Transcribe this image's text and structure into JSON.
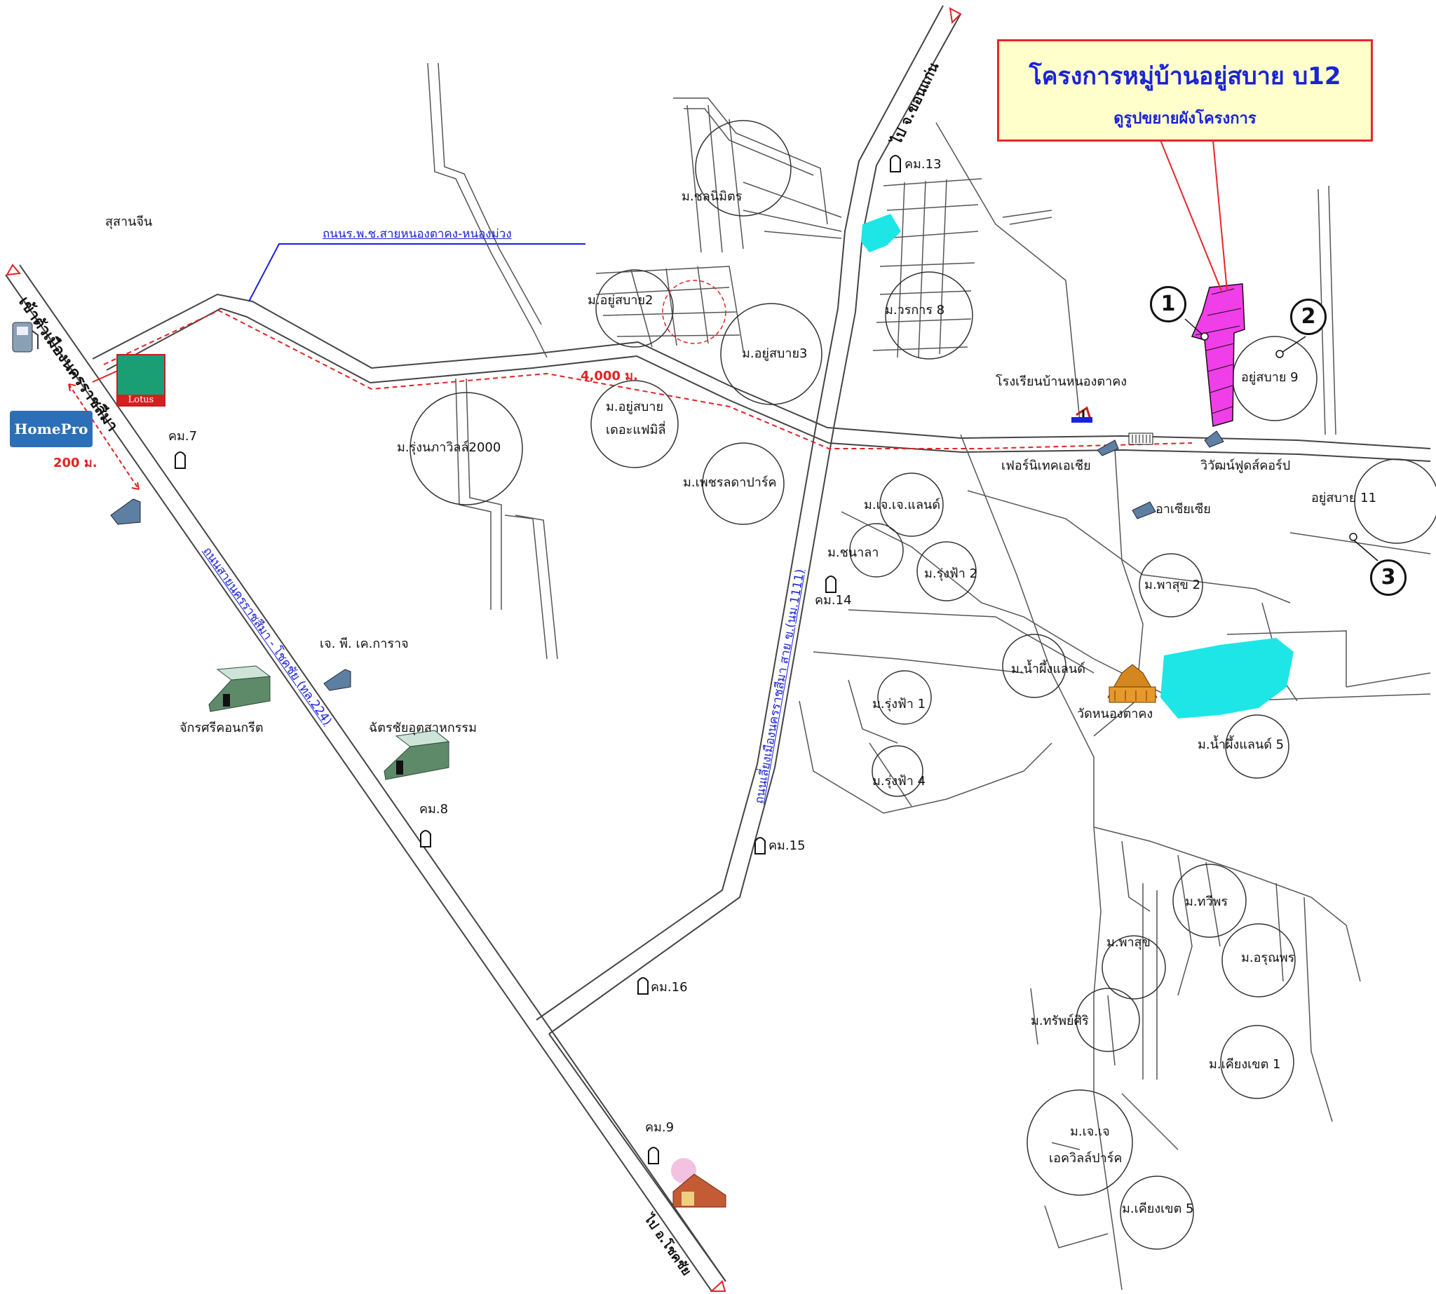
{
  "title": {
    "main": "โครงการหมู่บ้านอยู่สบาย บ12",
    "sub": "ดูรูปขยายผังโครงการ"
  },
  "colors": {
    "road": "#444444",
    "water": "#1ee6e6",
    "project_parcel": "#f03ee8",
    "callout_border": "#e8262a",
    "callout_fill": "#ffffcc",
    "route_dashed": "#e22222",
    "text_blue": "#1a23d6"
  },
  "roads": {
    "to_khon_kaen": "ไป จ.ขอนแก่น",
    "to_nakhon_ratchasima": "เข้าตัวเมืองนครราชสีมา",
    "to_chok_chai": "ไป อ.โชคชัย",
    "highway_224": "ถนนสายนครราชสีมา - โชคชัย (ทล.224)",
    "road_1111": "ถนนเลี่ยงเมืองนครราชสีมา สาย ข.(นม.1111)",
    "rural_road": "ถนนร.พ.ช.สายหนองตาคง-หนองม่วง"
  },
  "distances": {
    "route": "4,000 ม.",
    "to_lotus": "200 ม."
  },
  "landmarks": [
    {
      "label": "สุสานจีน"
    },
    {
      "label": "โรงเรียนบ้านหนองตาคง"
    },
    {
      "label": "เฟอร์นิเทคเอเชีย"
    },
    {
      "label": "วิวัฒน์ฟูดส์คอร์ป"
    },
    {
      "label": "อาเซียเซีย"
    },
    {
      "label": "วัดหนองตาคง"
    },
    {
      "label": "เจ. พี. เค.การาจ"
    },
    {
      "label": "จักรศรีคอนกรีต"
    },
    {
      "label": "ฉัตรชัยอุตสาหกรรม"
    }
  ],
  "km_markers": [
    "คม.7",
    "คม.8",
    "คม.9",
    "คม.13",
    "คม.14",
    "คม.15",
    "คม.16"
  ],
  "villages": [
    {
      "label": "ม.ชลนิมิตร"
    },
    {
      "label": "ม.อยู่สบาย2"
    },
    {
      "label": "ม.อยู่สบาย3"
    },
    {
      "label": "ม.วรการ 8"
    },
    {
      "label": "ม.อยู่สบาย"
    },
    {
      "label": "เดอะแฟมิลี่"
    },
    {
      "label": "ม.รุ่งนภาวิลล์2000"
    },
    {
      "label": "ม.เพชรลดาปาร์ค"
    },
    {
      "label": "ม.เจ.เจ.แลนด์"
    },
    {
      "label": "ม.ชนาลา"
    },
    {
      "label": "ม.รุ่งฟ้า 2"
    },
    {
      "label": "ม.พาสุข 2"
    },
    {
      "label": "อยู่สบาย 9"
    },
    {
      "label": "อยู่สบาย 11"
    },
    {
      "label": "ม.น้ำผึ้งแลนด์"
    },
    {
      "label": "ม.รุ่งฟ้า 1"
    },
    {
      "label": "ม.รุ่งฟ้า 4"
    },
    {
      "label": "ม.น้ำผึ้งแลนด์ 5"
    },
    {
      "label": "ม.ทวีพร"
    },
    {
      "label": "ม.พาสุข"
    },
    {
      "label": "ม.อรุณพร"
    },
    {
      "label": "ม.ทรัพย์ศิริ"
    },
    {
      "label": "ม.เคียงเขต 1"
    },
    {
      "label": "ม.เจ.เจ"
    },
    {
      "label": "เอควิลล์ปาร์ค"
    },
    {
      "label": "ม.เคียงเขต 5"
    }
  ],
  "markers": [
    "1",
    "2",
    "3"
  ],
  "logos": {
    "lotus": "Lotus",
    "homepro": "HomePro"
  }
}
